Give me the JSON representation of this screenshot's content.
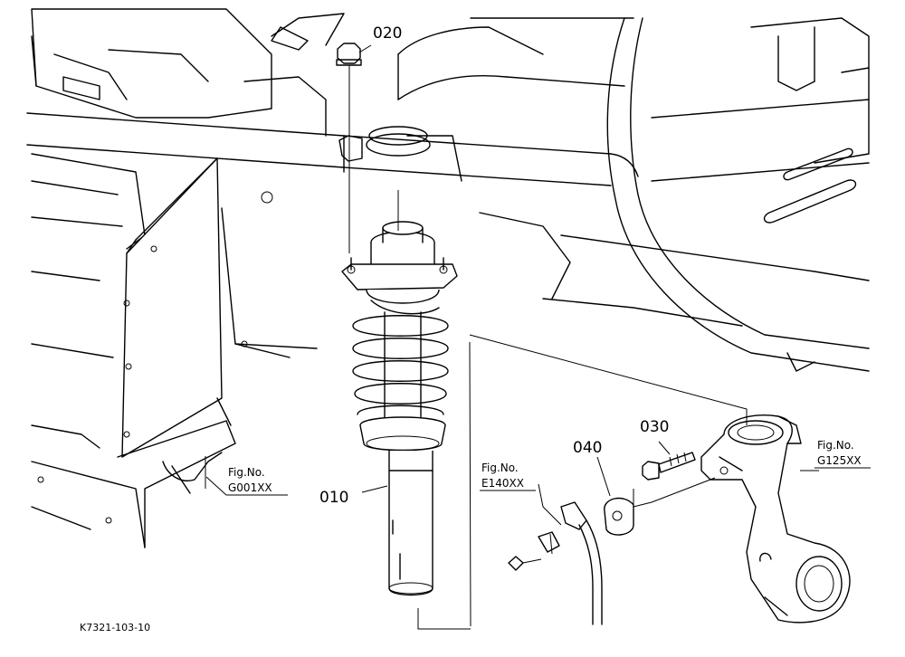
{
  "drawing_code": "K7321-103-10",
  "parts": [
    {
      "id": "p010",
      "number": "010"
    },
    {
      "id": "p020",
      "number": "020"
    },
    {
      "id": "p030",
      "number": "030"
    },
    {
      "id": "p040",
      "number": "040"
    }
  ],
  "figure_refs": [
    {
      "id": "g001",
      "label": "Fig.No.",
      "code": "G001XX"
    },
    {
      "id": "e140",
      "label": "Fig.No.",
      "code": "E140XX"
    },
    {
      "id": "g125",
      "label": "Fig.No.",
      "code": "G125XX"
    }
  ]
}
